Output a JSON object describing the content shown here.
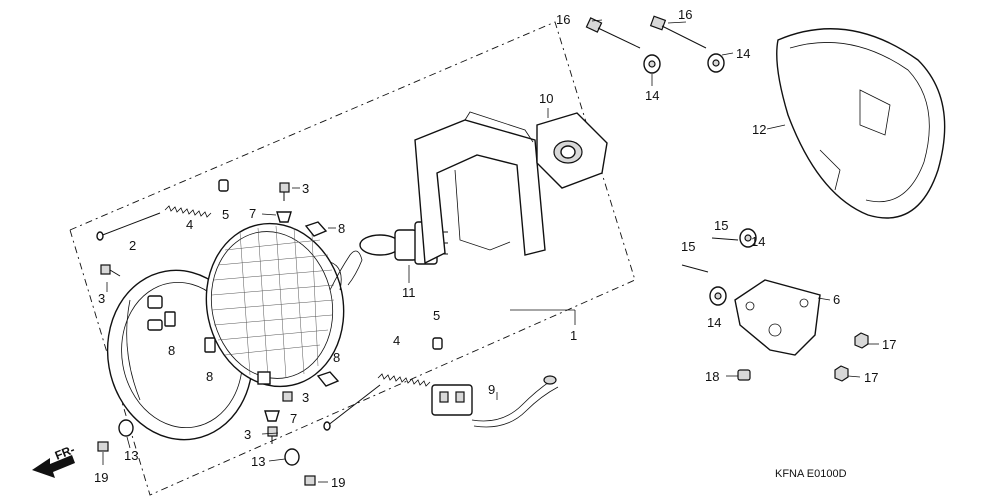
{
  "diagram": {
    "reference_code": "KFNA E0100D",
    "direction_label": "FR-",
    "callouts": [
      "1",
      "2",
      "3",
      "3",
      "3",
      "3",
      "4",
      "4",
      "5",
      "5",
      "6",
      "7",
      "7",
      "8",
      "8",
      "8",
      "8",
      "9",
      "10",
      "11",
      "12",
      "13",
      "13",
      "14",
      "14",
      "14",
      "14",
      "15",
      "15",
      "16",
      "16",
      "17",
      "17",
      "18",
      "19",
      "19"
    ]
  }
}
